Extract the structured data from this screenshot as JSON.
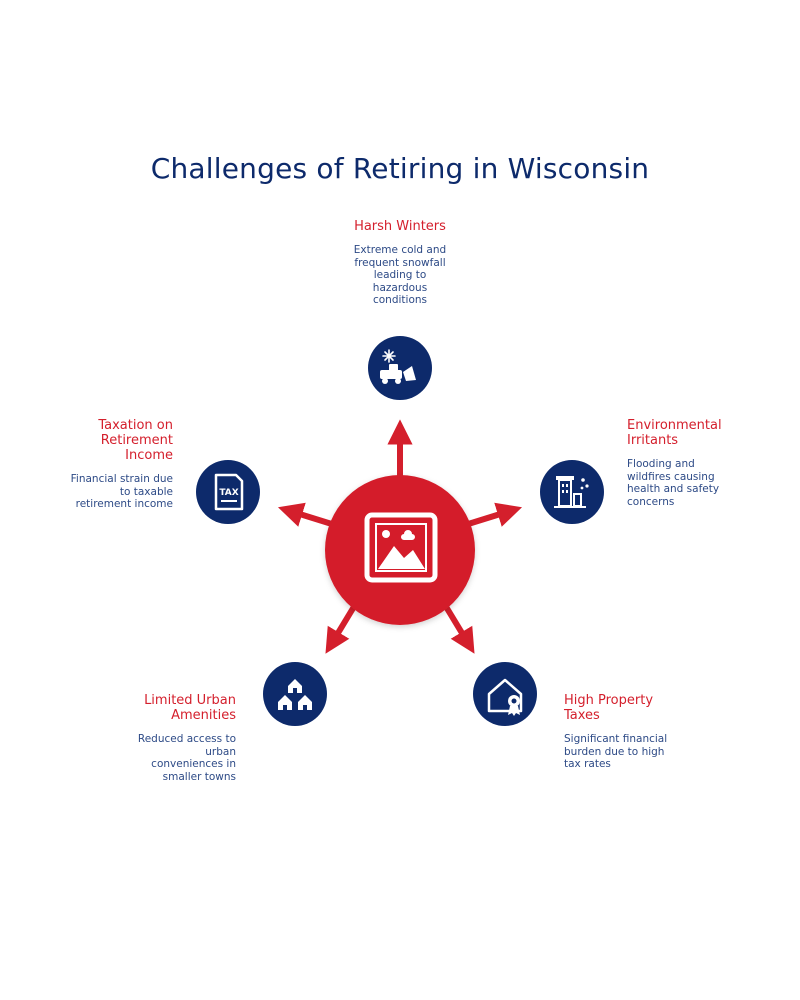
{
  "title": "Challenges of Retiring in Wisconsin",
  "colors": {
    "title": "#0d2a6b",
    "heading": "#d41f2c",
    "description": "#2d4a86",
    "hub": "#d41f2c",
    "node": "#0d2a6b",
    "arrow": "#d41f2c"
  },
  "hub": {
    "icon": "image-placeholder-icon"
  },
  "challenges": [
    {
      "heading_lines": [
        "Harsh Winters"
      ],
      "description_lines": [
        "Extreme cold and",
        "frequent snowfall",
        "leading to",
        "hazardous",
        "conditions"
      ],
      "icon": "snowplow-icon"
    },
    {
      "heading_lines": [
        "Environmental",
        "Irritants"
      ],
      "description_lines": [
        "Flooding and",
        "wildfires causing",
        "health and safety",
        "concerns"
      ],
      "icon": "polluted-building-icon"
    },
    {
      "heading_lines": [
        "High Property",
        "Taxes"
      ],
      "description_lines": [
        "Significant financial",
        "burden due to high",
        "tax rates"
      ],
      "icon": "house-badge-icon"
    },
    {
      "heading_lines": [
        "Limited Urban",
        "Amenities"
      ],
      "description_lines": [
        "Reduced access to",
        "urban",
        "conveniences in",
        "smaller towns"
      ],
      "icon": "houses-icon"
    },
    {
      "heading_lines": [
        "Taxation on",
        "Retirement",
        "Income"
      ],
      "description_lines": [
        "Financial strain due",
        "to taxable",
        "retirement income"
      ],
      "icon": "tax-document-icon"
    }
  ]
}
